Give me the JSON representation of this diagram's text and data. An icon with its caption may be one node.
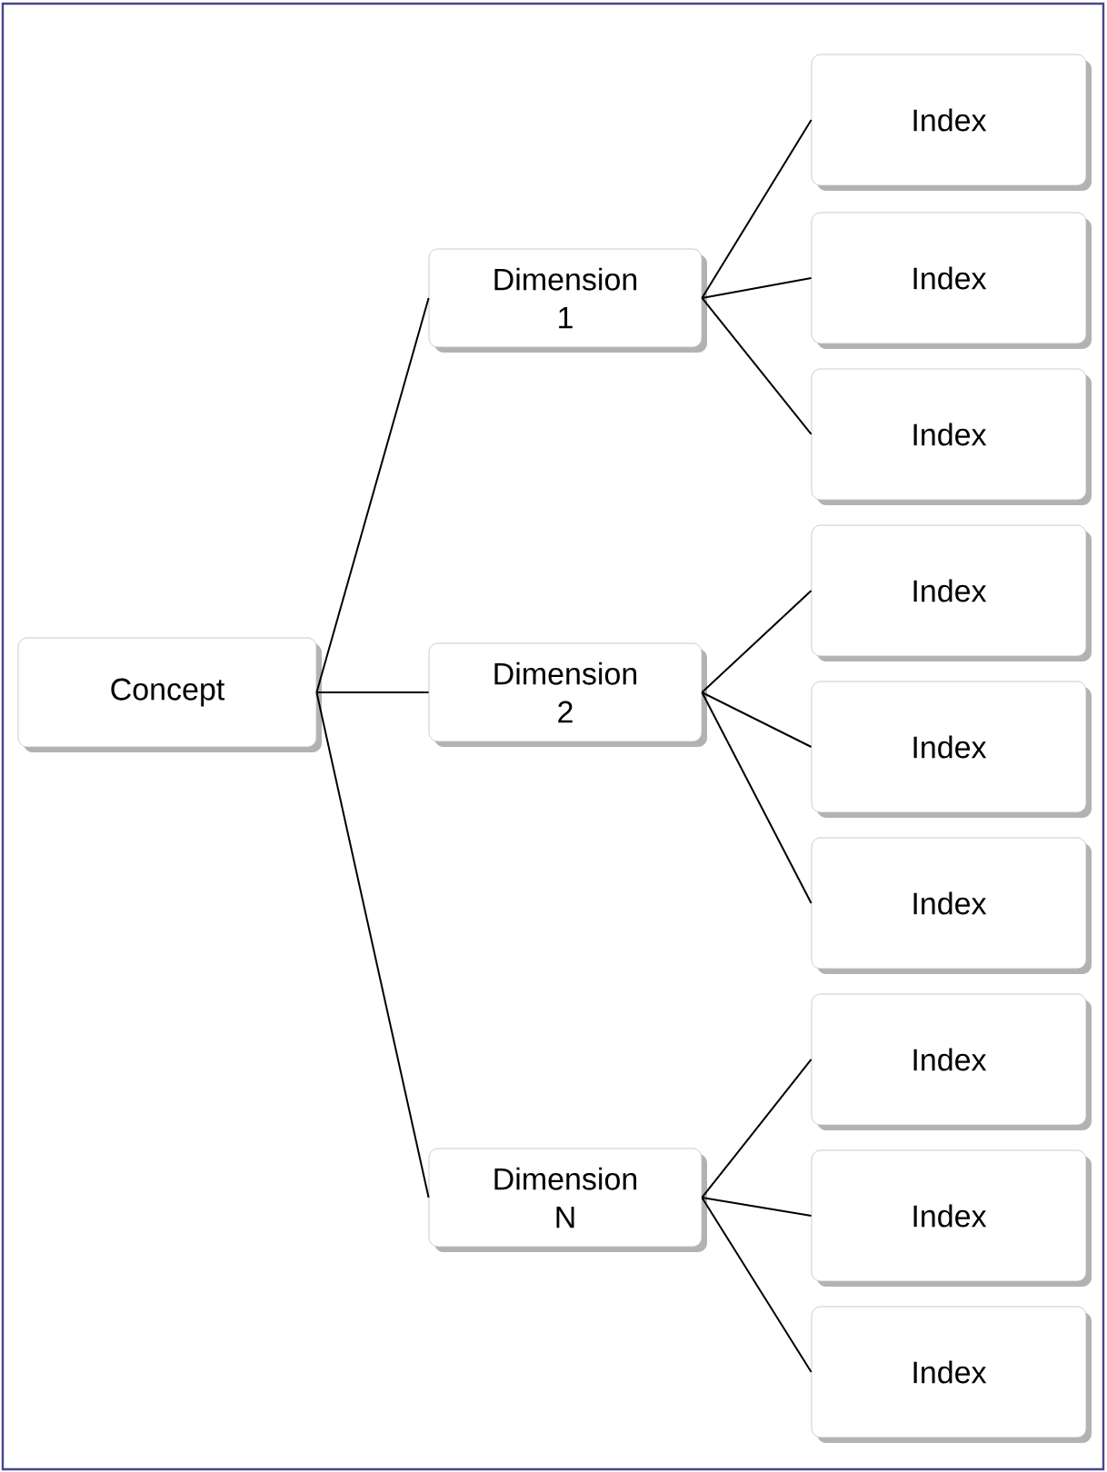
{
  "diagram": {
    "nodes": [
      {
        "text": [
          "Concept"
        ]
      },
      {
        "text": [
          "Dimension 1"
        ]
      },
      {
        "text": [
          "Dimension 2"
        ]
      },
      {
        "text": [
          "Dimension N"
        ]
      },
      {
        "text": [
          "Index"
        ]
      },
      {
        "text": [
          "Index"
        ]
      },
      {
        "text": [
          "Index"
        ]
      },
      {
        "text": [
          "Index"
        ]
      },
      {
        "text": [
          "Index"
        ]
      },
      {
        "text": [
          "Index"
        ]
      },
      {
        "text": [
          "Index"
        ]
      },
      {
        "text": [
          "Index"
        ]
      },
      {
        "text": [
          "Index"
        ]
      }
    ],
    "edges": [
      {
        "from": 0,
        "to": 1,
        "arrow": "none"
      },
      {
        "from": 0,
        "to": 2,
        "arrow": "none"
      },
      {
        "from": 0,
        "to": 3,
        "arrow": "none"
      },
      {
        "from": 1,
        "to": 4,
        "arrow": "none"
      },
      {
        "from": 1,
        "to": 5,
        "arrow": "none"
      },
      {
        "from": 1,
        "to": 6,
        "arrow": "none"
      },
      {
        "from": 2,
        "to": 7,
        "arrow": "none"
      },
      {
        "from": 2,
        "to": 8,
        "arrow": "none"
      },
      {
        "from": 2,
        "to": 9,
        "arrow": "none"
      },
      {
        "from": 3,
        "to": 10,
        "arrow": "none"
      },
      {
        "from": 3,
        "to": 11,
        "arrow": "none"
      },
      {
        "from": 3,
        "to": 12,
        "arrow": "none"
      }
    ]
  }
}
